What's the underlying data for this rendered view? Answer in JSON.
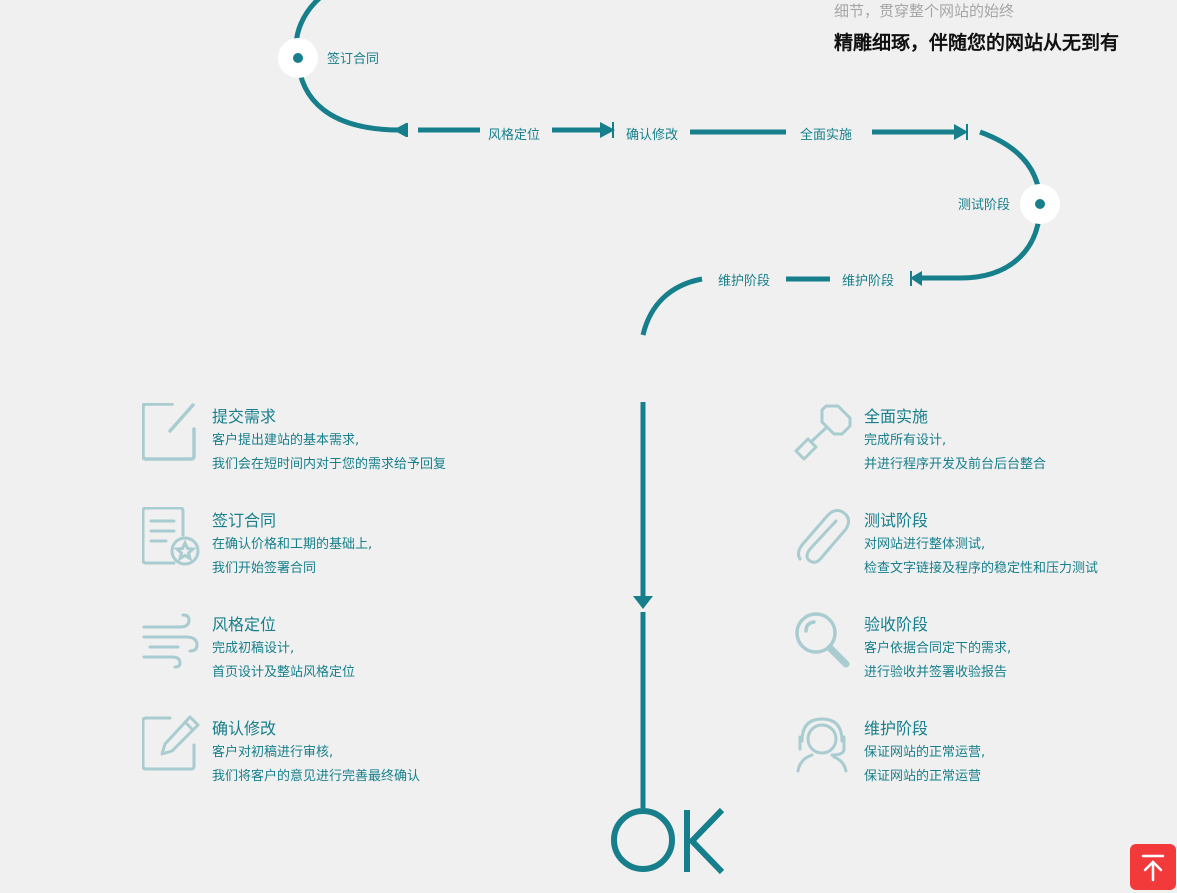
{
  "header": {
    "tagline": "细节，贯穿整个网站的始终",
    "heading": "精雕细琢，伴随您的网站从无到有"
  },
  "flow": {
    "node_sign": "签订合同",
    "style": "风格定位",
    "confirm": "确认修改",
    "implement": "全面实施",
    "test": "测试阶段",
    "maintain_right": "维护阶段",
    "maintain_left": "维护阶段",
    "end": "OK"
  },
  "steps_left": [
    {
      "title": "提交需求",
      "line1": "客户提出建站的基本需求,",
      "line2": "我们会在短时间内对于您的需求给予回复",
      "icon": "edit-square-icon"
    },
    {
      "title": "签订合同",
      "line1": "在确认价格和工期的基础上,",
      "line2": "我们开始签署合同",
      "icon": "contract-icon"
    },
    {
      "title": "风格定位",
      "line1": "完成初稿设计,",
      "line2": "首页设计及整站风格定位",
      "icon": "wind-icon"
    },
    {
      "title": "确认修改",
      "line1": "客户对初稿进行审核,",
      "line2": "我们将客户的意见进行完善最终确认",
      "icon": "pencil-edit-icon"
    }
  ],
  "steps_right": [
    {
      "title": "全面实施",
      "line1": "完成所有设计,",
      "line2": "并进行程序开发及前台后台整合",
      "icon": "paint-roller-icon"
    },
    {
      "title": "测试阶段",
      "line1": "对网站进行整体测试,",
      "line2": "检查文字链接及程序的稳定性和压力测试",
      "icon": "paperclip-icon"
    },
    {
      "title": "验收阶段",
      "line1": "客户依据合同定下的需求,",
      "line2": "进行验收并签署收验报告",
      "icon": "magnifier-icon"
    },
    {
      "title": "维护阶段",
      "line1": "保证网站的正常运营,",
      "line2": "保证网站的正常运营",
      "icon": "headset-support-icon"
    }
  ],
  "colors": {
    "accent": "#167f8b",
    "icon": "#a9ccd1",
    "button": "#f23a3a"
  }
}
